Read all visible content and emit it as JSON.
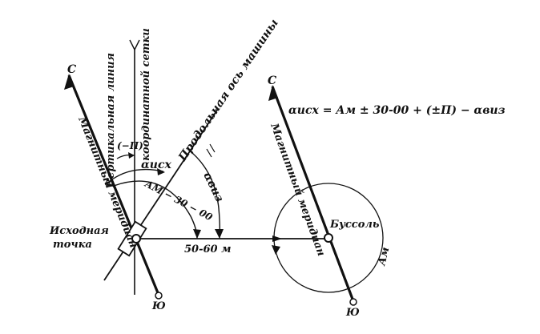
{
  "labels": {
    "north_left": "С",
    "north_right": "С",
    "south_left": "Ю",
    "south_right": "Ю",
    "vertical_line": "Вертикальная линия",
    "grid_coordinate": "координатной сетки",
    "longitudinal_axis": "Продольная ось машины",
    "magnetic_meridian_left": "Магнитный меридиан",
    "magnetic_meridian_right": "Магнитный меридиан",
    "minus_p": "(−П)",
    "alpha_isx": "αисх",
    "am_minus": "АМ − 30 − 00",
    "alpha_viz": "αвиз",
    "start_point_1": "Исходная",
    "start_point_2": "точка",
    "distance": "50-60 м",
    "compass": "Буссоль",
    "am_right": "Ам",
    "formula": "αисх = Ам ± 30-00 + (±П) − αвиз"
  },
  "colors": {
    "ink": "#111111",
    "background": "#ffffff"
  }
}
